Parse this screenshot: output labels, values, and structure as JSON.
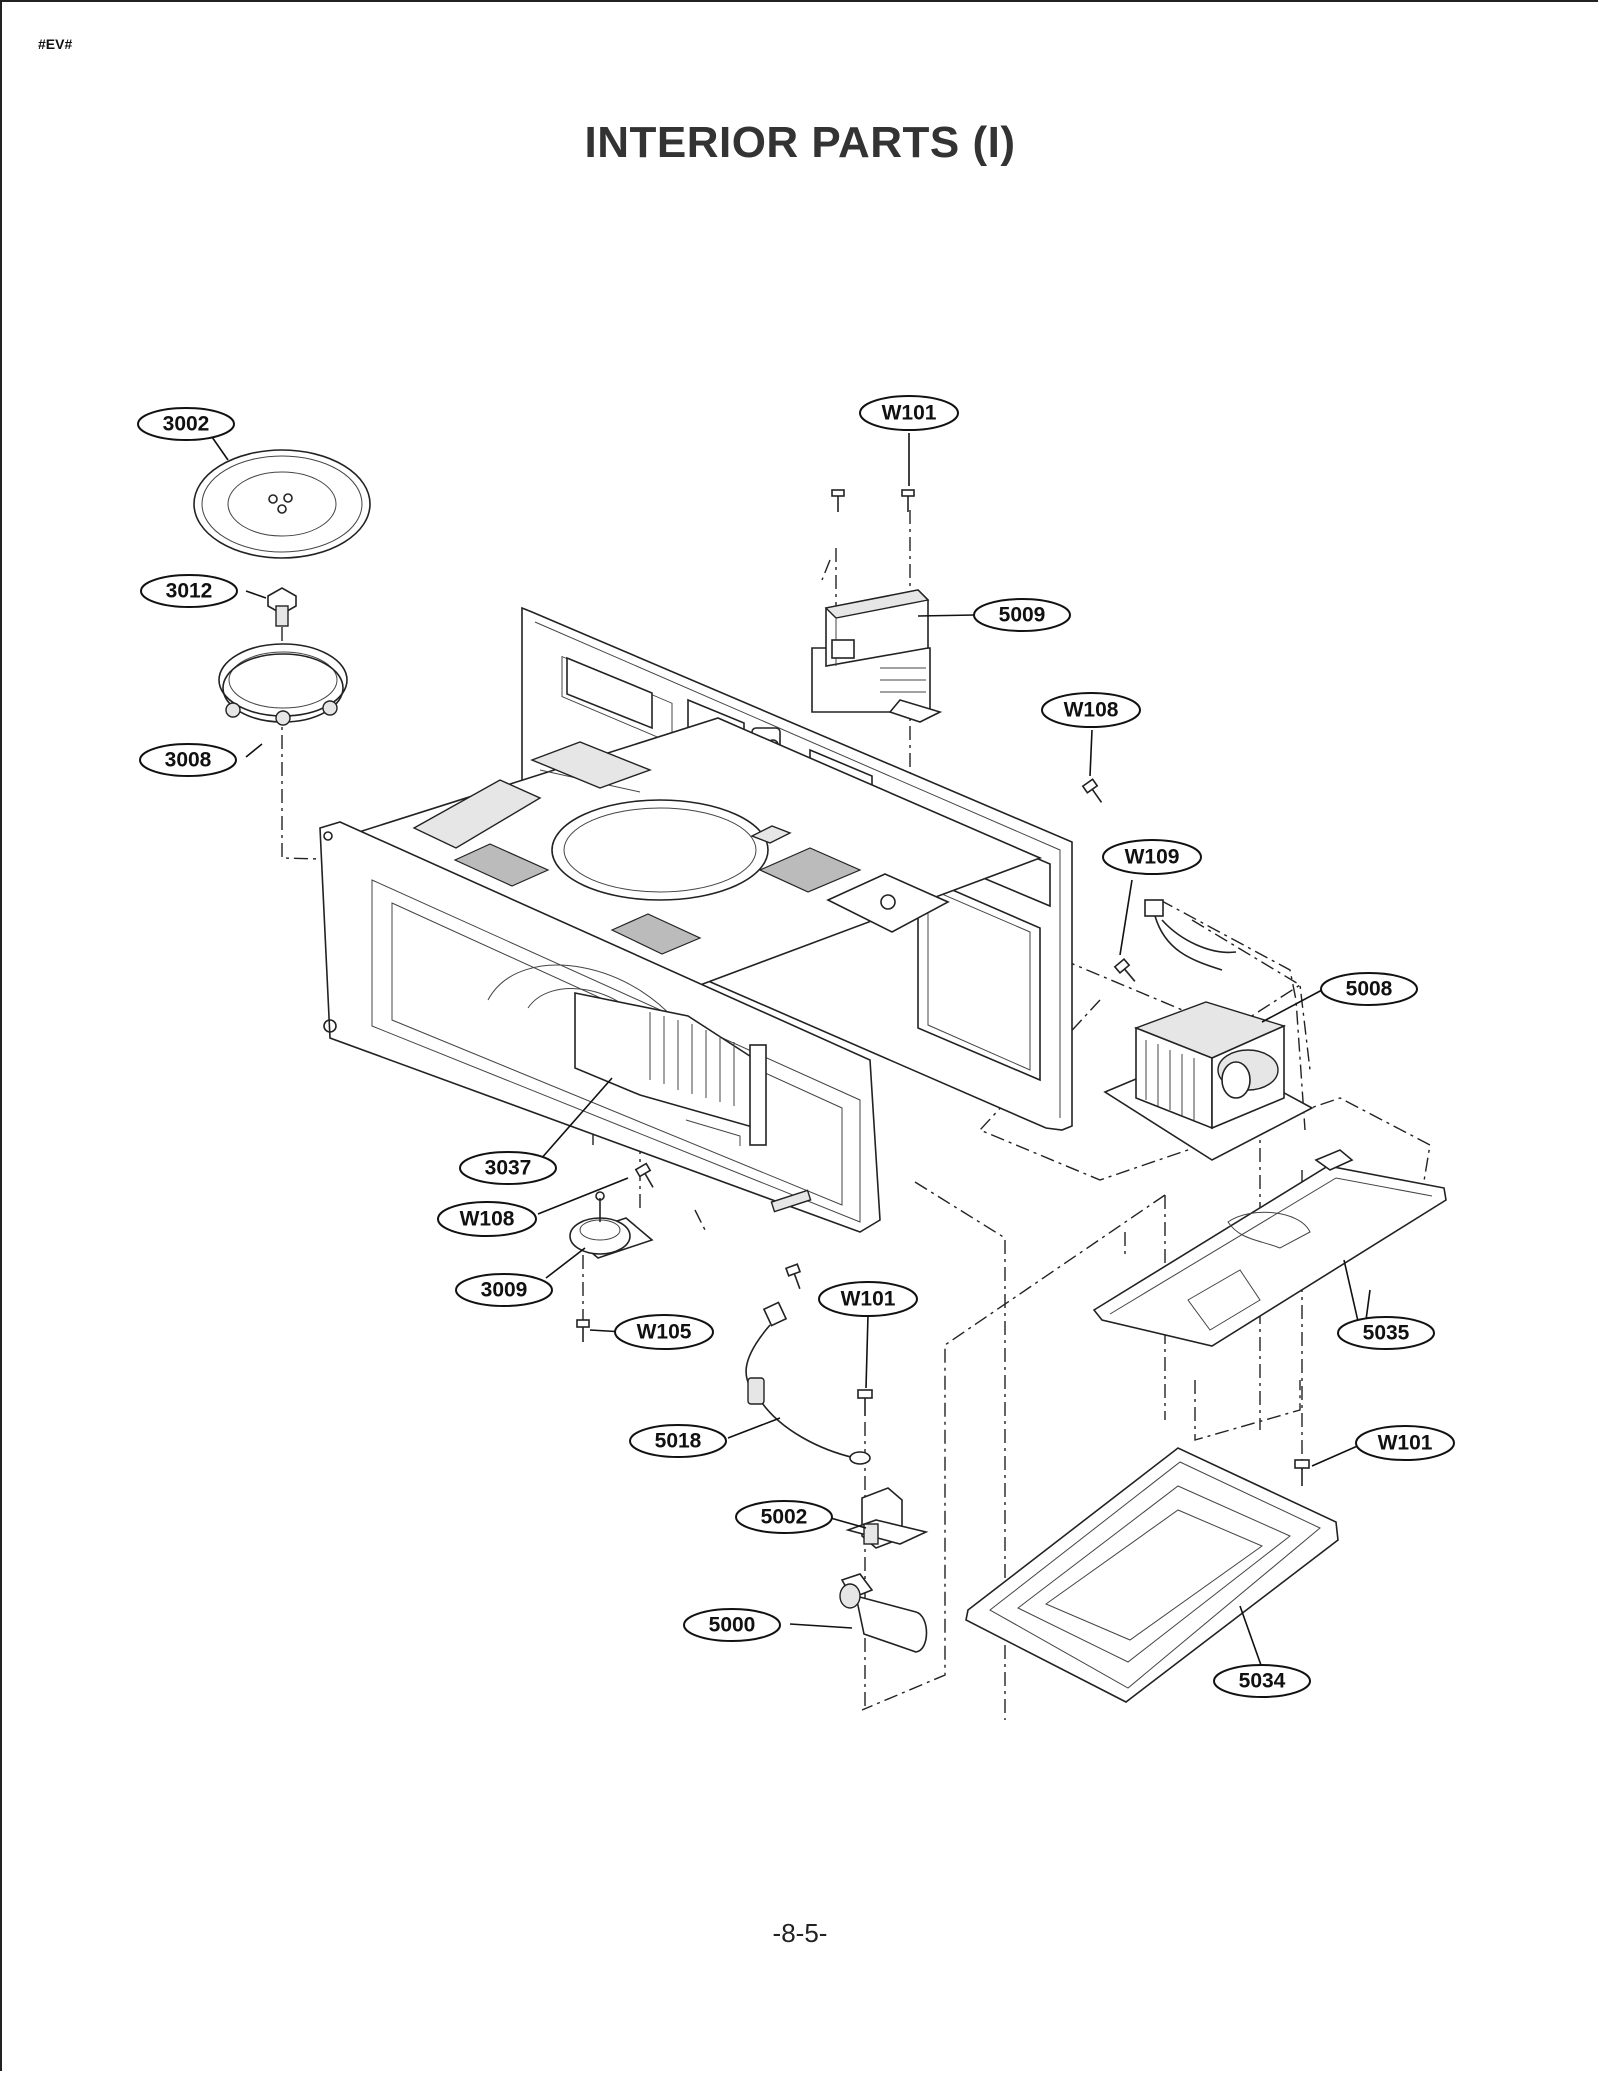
{
  "header": {
    "doc_code": "#EV#"
  },
  "title": "INTERIOR PARTS (I)",
  "footer": {
    "page_number": "-8-5-"
  },
  "callouts": [
    {
      "id": "3002",
      "label": "3002"
    },
    {
      "id": "3012",
      "label": "3012"
    },
    {
      "id": "3008",
      "label": "3008"
    },
    {
      "id": "w101-top",
      "label": "W101"
    },
    {
      "id": "5009",
      "label": "5009"
    },
    {
      "id": "w108-right",
      "label": "W108"
    },
    {
      "id": "w109",
      "label": "W109"
    },
    {
      "id": "5008",
      "label": "5008"
    },
    {
      "id": "3037",
      "label": "3037"
    },
    {
      "id": "w108-left",
      "label": "W108"
    },
    {
      "id": "3009",
      "label": "3009"
    },
    {
      "id": "w105",
      "label": "W105"
    },
    {
      "id": "w101-mid",
      "label": "W101"
    },
    {
      "id": "5018",
      "label": "5018"
    },
    {
      "id": "5002",
      "label": "5002"
    },
    {
      "id": "5000",
      "label": "5000"
    },
    {
      "id": "5035",
      "label": "5035"
    },
    {
      "id": "w101-right",
      "label": "W101"
    },
    {
      "id": "5034",
      "label": "5034"
    }
  ]
}
